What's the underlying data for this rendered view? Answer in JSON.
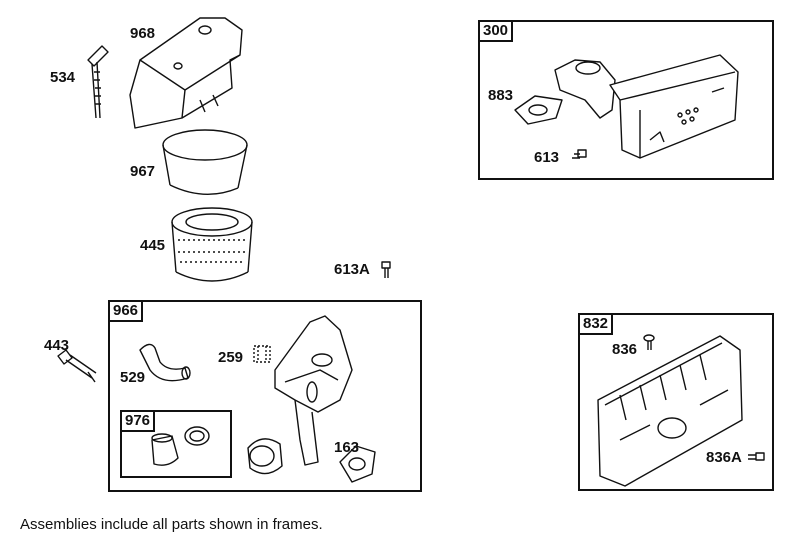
{
  "parts": {
    "p968": "968",
    "p534": "534",
    "p967": "967",
    "p445": "445",
    "p613A": "613A",
    "p300": "300",
    "p883": "883",
    "p613": "613",
    "p966": "966",
    "p443": "443",
    "p529": "529",
    "p259": "259",
    "p976": "976",
    "p163": "163",
    "p832": "832",
    "p836": "836",
    "p836A": "836A"
  },
  "caption": "Assemblies include all parts shown in frames."
}
